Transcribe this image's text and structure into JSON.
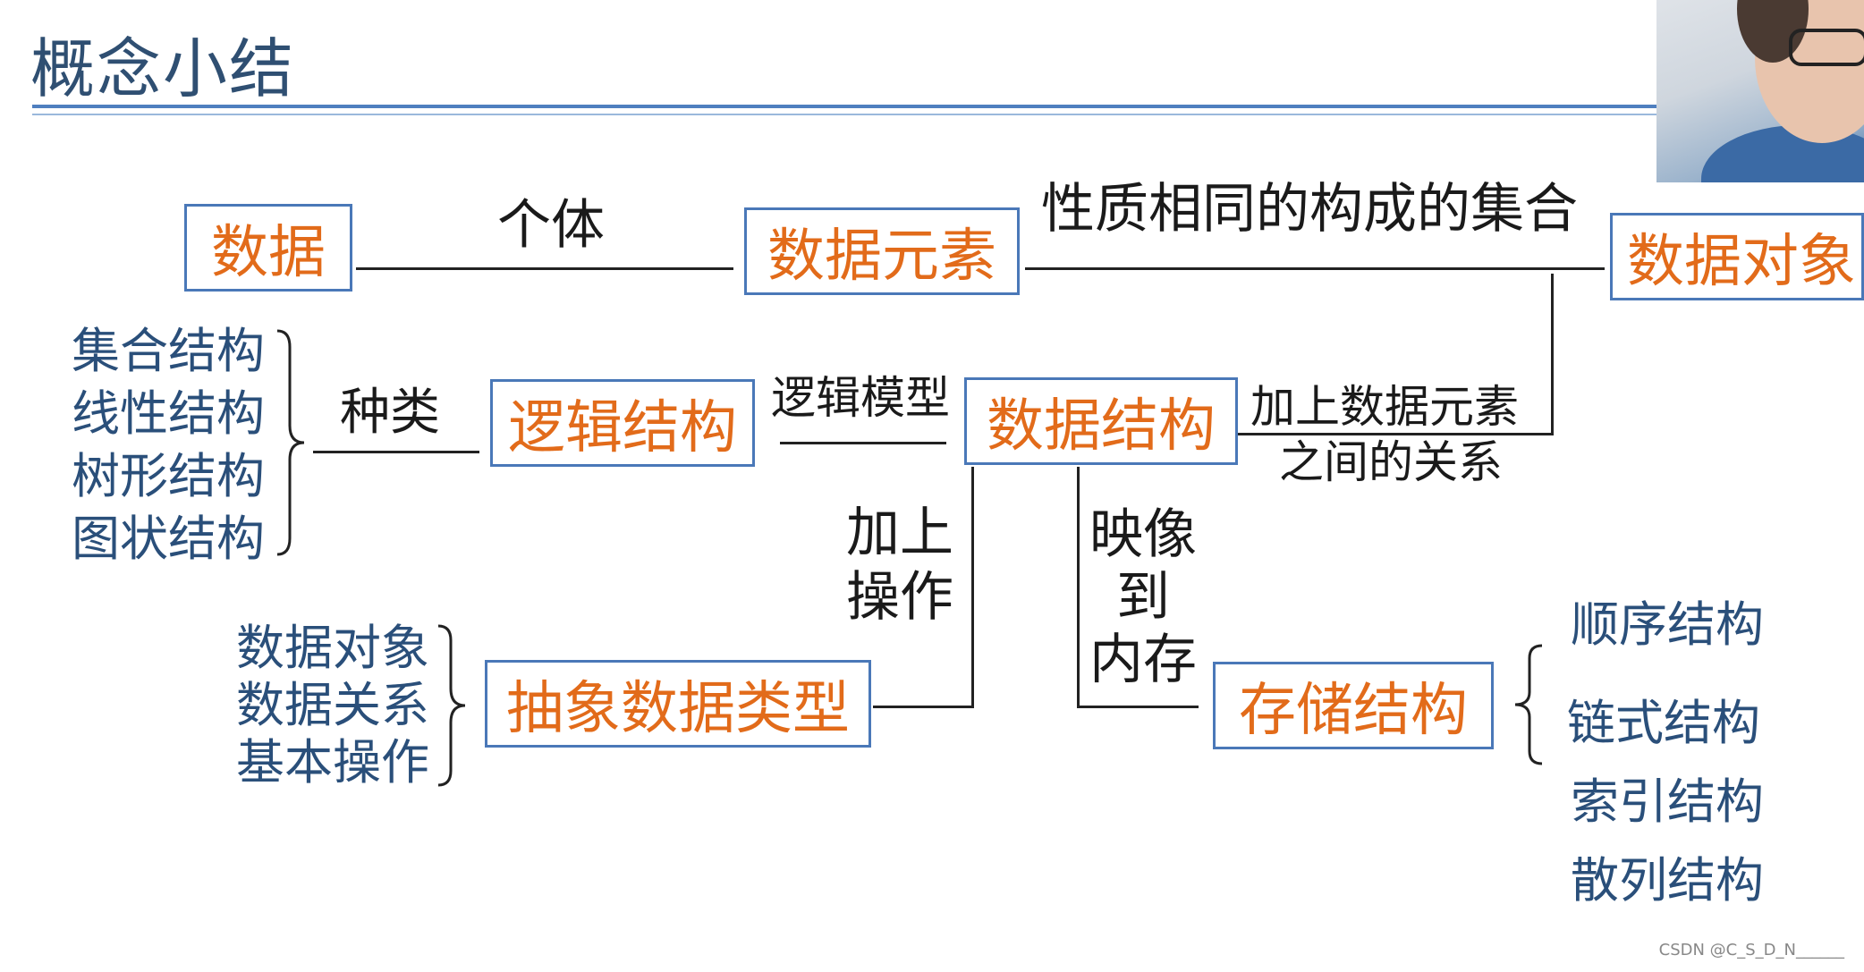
{
  "title": "概念小结",
  "nodes": {
    "data": "数据",
    "data_element": "数据元素",
    "data_object": "数据对象",
    "logical_structure": "逻辑结构",
    "data_structure": "数据结构",
    "adt": "抽象数据类型",
    "storage_structure": "存储结构"
  },
  "edges": {
    "individual": "个体",
    "same_nature_set": "性质相同的构成的集合",
    "kinds": "种类",
    "logical_model": "逻辑模型",
    "add_relation_line1": "加上数据元素",
    "add_relation_line2": "之间的关系",
    "add_ops_line1": "加上",
    "add_ops_line2": "操作",
    "map_line1": "映像",
    "map_line2": "到",
    "map_line3": "内存"
  },
  "logical_kinds": [
    "集合结构",
    "线性结构",
    "树形结构",
    "图状结构"
  ],
  "adt_parts": [
    "数据对象",
    "数据关系",
    "基本操作"
  ],
  "storage_kinds": [
    "顺序结构",
    "链式结构",
    "索引结构",
    "散列结构"
  ],
  "watermark": "CSDN @C_S_D_N______",
  "colors": {
    "node_text": "#e26b1a",
    "node_border": "#4a78b8",
    "list_text": "#2a4f7a",
    "title": "#2f4f72"
  }
}
